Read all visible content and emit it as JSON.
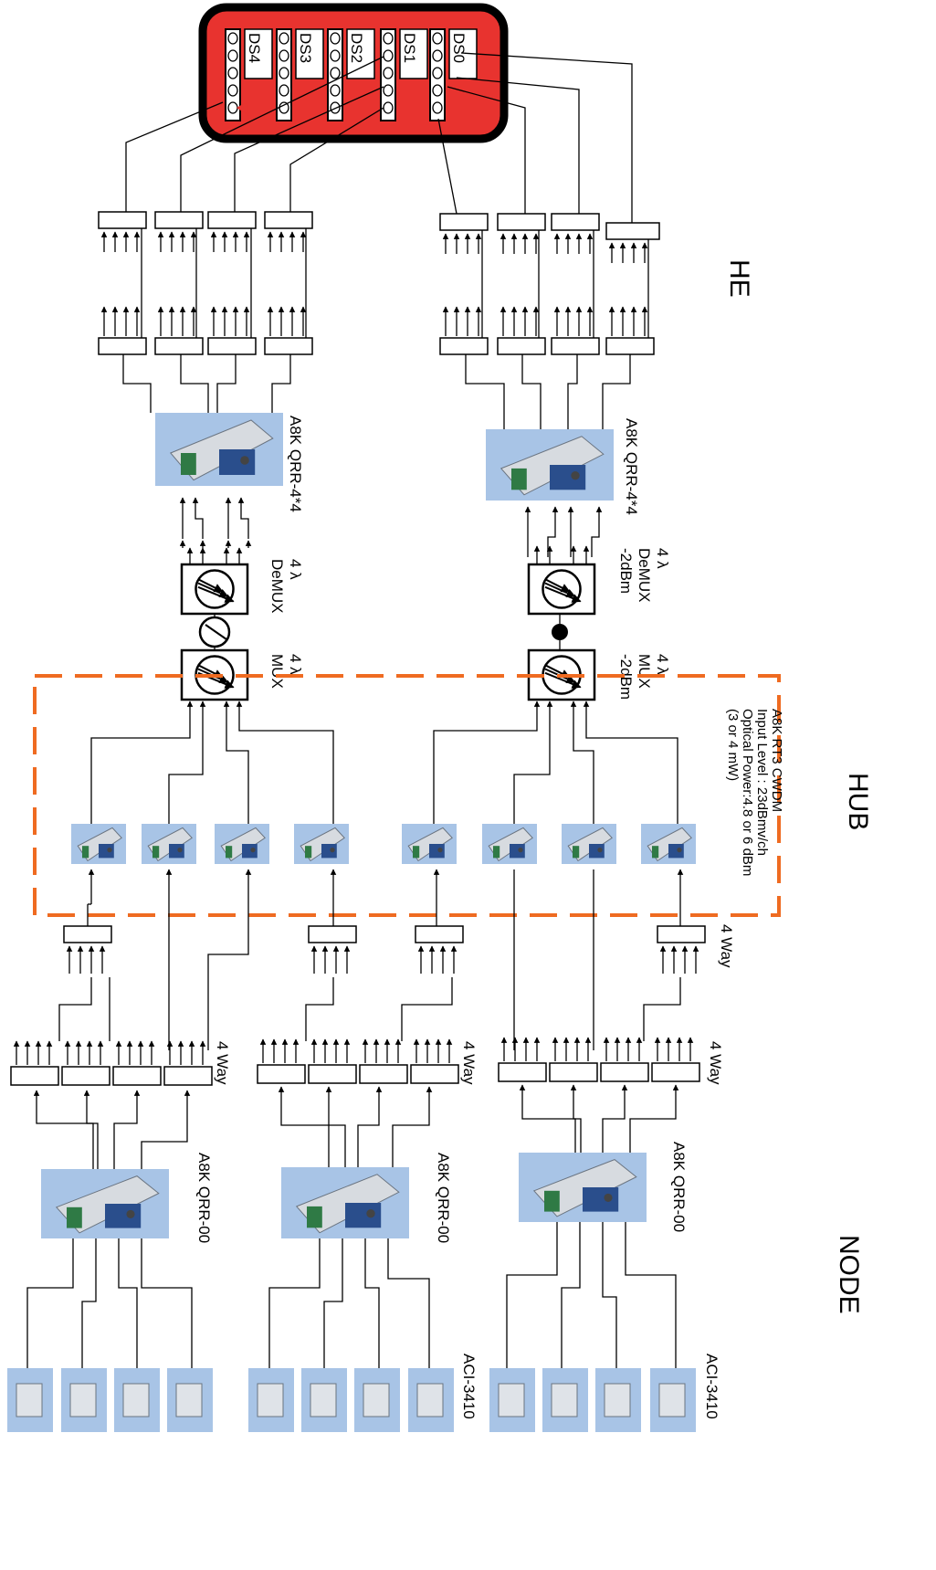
{
  "sections": {
    "he": "HE",
    "hub": "HUB",
    "node": "NODE"
  },
  "panel": {
    "ports": [
      "DS0",
      "DS1",
      "DS2",
      "DS3",
      "DS4"
    ]
  },
  "devices": {
    "qrr44": "A8K QRR-4*4",
    "qrr00": "A8K QRR-00",
    "aci3410": "ACI-3410",
    "rt3_lines": [
      "A8K RT3 CWDM",
      "Input Level : 23dBmv/ch",
      "Optical Power:4.8 or 6 dBm",
      "(3  or 4 mW)"
    ],
    "demux_top": [
      "4 λ",
      "DeMUX"
    ],
    "mux_top": [
      "4 λ",
      "MUX"
    ],
    "demux_bottom": [
      "4 λ",
      "DeMUX",
      "-2dBm"
    ],
    "mux_bottom": [
      "4 λ",
      "MUX",
      "-2dBm"
    ],
    "four_way": [
      "4 Way"
    ]
  },
  "colors": {
    "panel_fill": "#e8332f",
    "panel_border": "#000000",
    "hub_dash": "#ef6b21",
    "device_blue": "#a8c4e6"
  }
}
